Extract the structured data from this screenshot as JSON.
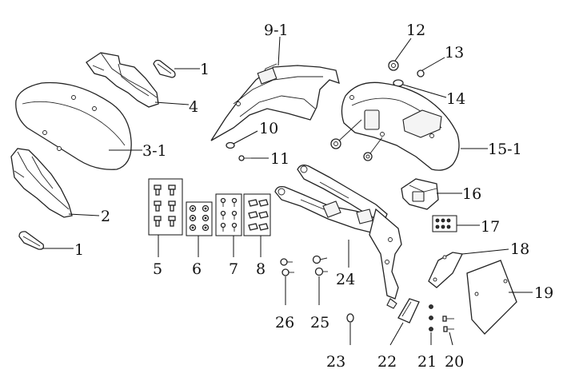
{
  "diagram": {
    "callouts": [
      {
        "id": "c1a",
        "text": "1"
      },
      {
        "id": "c4",
        "text": "4"
      },
      {
        "id": "c3-1",
        "text": "3-1"
      },
      {
        "id": "c2",
        "text": "2"
      },
      {
        "id": "c1b",
        "text": "1"
      },
      {
        "id": "c9-1",
        "text": "9-1"
      },
      {
        "id": "c10",
        "text": "10"
      },
      {
        "id": "c11",
        "text": "11"
      },
      {
        "id": "c12",
        "text": "12"
      },
      {
        "id": "c13",
        "text": "13"
      },
      {
        "id": "c14",
        "text": "14"
      },
      {
        "id": "c15-1",
        "text": "15-1"
      },
      {
        "id": "c16",
        "text": "16"
      },
      {
        "id": "c17",
        "text": "17"
      },
      {
        "id": "c18",
        "text": "18"
      },
      {
        "id": "c19",
        "text": "19"
      },
      {
        "id": "c5",
        "text": "5"
      },
      {
        "id": "c6",
        "text": "6"
      },
      {
        "id": "c7",
        "text": "7"
      },
      {
        "id": "c8",
        "text": "8"
      },
      {
        "id": "c24",
        "text": "24"
      },
      {
        "id": "c26",
        "text": "26"
      },
      {
        "id": "c25",
        "text": "25"
      },
      {
        "id": "c23",
        "text": "23"
      },
      {
        "id": "c22",
        "text": "22"
      },
      {
        "id": "c21",
        "text": "21"
      },
      {
        "id": "c20",
        "text": "20"
      }
    ]
  }
}
